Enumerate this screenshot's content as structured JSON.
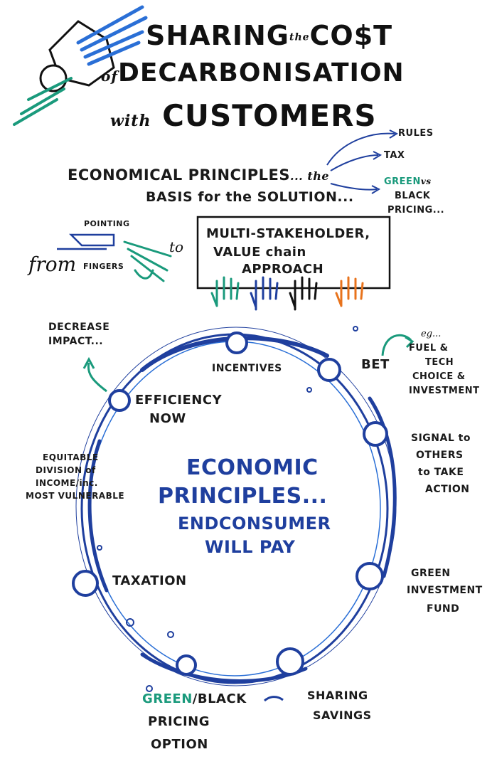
{
  "title": {
    "line1_a": "SHARING",
    "line1_the": "the",
    "line1_b": "CO$T",
    "line2_of": "of",
    "line2_b": "DECARBONISATION",
    "line3_with": "with",
    "line3_b": "CUSTOMERS"
  },
  "principles": {
    "line1": "ECONOMICAL PRINCIPLES",
    "line1_suffix": "... the",
    "line2": "BASIS for the SOLUTION...",
    "branch_rules": "RULES",
    "branch_tax": "TAX",
    "branch_green": "GREEN",
    "branch_vs": "vs",
    "branch_black": "BLACK",
    "branch_pricing": "PRICING..."
  },
  "shift": {
    "from": "from",
    "pointing": "POINTING",
    "fingers": "FINGERS",
    "to": "to",
    "box_line1": "MULTI-STAKEHOLDER,",
    "box_line2": "VALUE chain",
    "box_line3": "APPROACH"
  },
  "center": {
    "line1": "ECONOMIC",
    "line2": "PRINCIPLES...",
    "line3": "ENDCONSUMER",
    "line4": "WILL PAY"
  },
  "cycle": {
    "incentives": "INCENTIVES",
    "efficiency_line1": "EFFICIENCY",
    "efficiency_line2": "NOW",
    "decrease_line1": "DECREASE",
    "decrease_line2": "IMPACT...",
    "bet": "BET",
    "bet_eg": "eg...",
    "bet_line1": "FUEL &",
    "bet_line2": "TECH",
    "bet_line3": "CHOICE &",
    "bet_line4": "INVESTMENT",
    "signal_line1": "SIGNAL to",
    "signal_line2": "OTHERS",
    "signal_line3": "to TAKE",
    "signal_line4": "ACTION",
    "equitable_line1": "EQUITABLE",
    "equitable_line2": "DIVISION of",
    "equitable_line3": "INCOME/inc.",
    "equitable_line4": "MOST VULNERABLE",
    "taxation": "TAXATION",
    "green_fund_line1": "GREEN",
    "green_fund_line2": "INVESTMENT",
    "green_fund_line3": "FUND",
    "pricing_green": "GREEN",
    "pricing_black": "/BLACK",
    "pricing_line2": "PRICING",
    "pricing_line3": "OPTION",
    "sharing_line1": "SHARING",
    "sharing_line2": "SAVINGS"
  },
  "colors": {
    "ink": "#111111",
    "blue": "#1f3f9e",
    "light_blue": "#2a6fd6",
    "teal": "#1a9a7c",
    "orange": "#e8731c"
  }
}
